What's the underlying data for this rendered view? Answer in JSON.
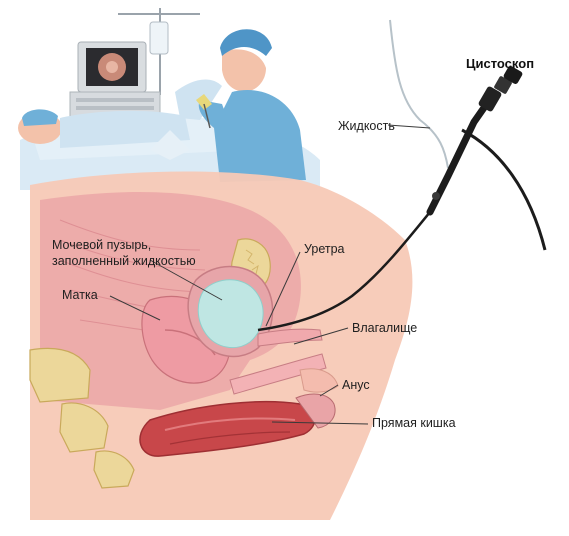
{
  "labels": {
    "cystoscope": "Цистоскоп",
    "fluid": "Жидкость",
    "bladder_line1": "Мочевой пузырь,",
    "bladder_line2": "заполненный жидкостью",
    "urethra": "Уретра",
    "uterus": "Матка",
    "vagina": "Влагалище",
    "anus": "Анус",
    "rectum": "Прямая кишка"
  },
  "colors": {
    "skin": "#f7c9b6",
    "tissue_pink": "#e88f97",
    "bladder_fluid": "#bfe6e3",
    "rectum_red": "#c8474a",
    "bone": "#ecd79a",
    "scope": "#1c1c1c",
    "drape": "#d6e8f4",
    "gown": "#6fb0d8"
  }
}
